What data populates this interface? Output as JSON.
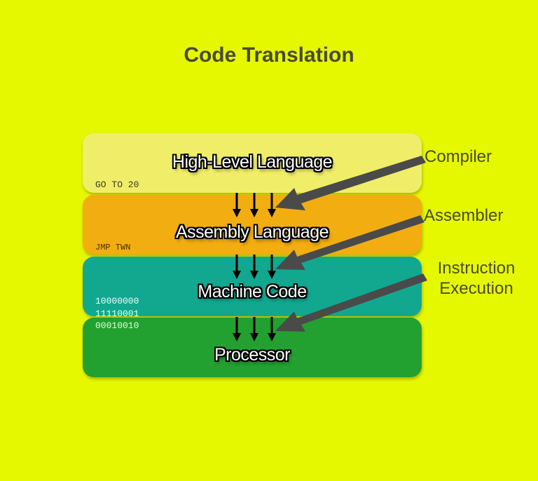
{
  "title": "Code Translation",
  "layers": [
    {
      "label": "High-Level Language",
      "code": "GO TO 20",
      "color": "#f0ee68",
      "code_color": "#3a3a20"
    },
    {
      "label": "Assembly Language",
      "code": "JMP TWN",
      "color": "#f2ad10",
      "code_color": "#4a3000"
    },
    {
      "label": "Machine Code",
      "code": "10000000\n11110001",
      "color": "#12a890",
      "code_color": "#e8fff8"
    },
    {
      "label": "Processor",
      "code": "00010010",
      "color": "#22a030",
      "code_color": "#e0ffd8"
    }
  ],
  "side_labels": [
    {
      "text": "Compiler"
    },
    {
      "text": "Assembler"
    },
    {
      "text": "Instruction\nExecution"
    }
  ],
  "colors": {
    "background": "#e6f800",
    "pointer_arrow": "#4a4a4a",
    "flow_arrow": "#000000"
  }
}
